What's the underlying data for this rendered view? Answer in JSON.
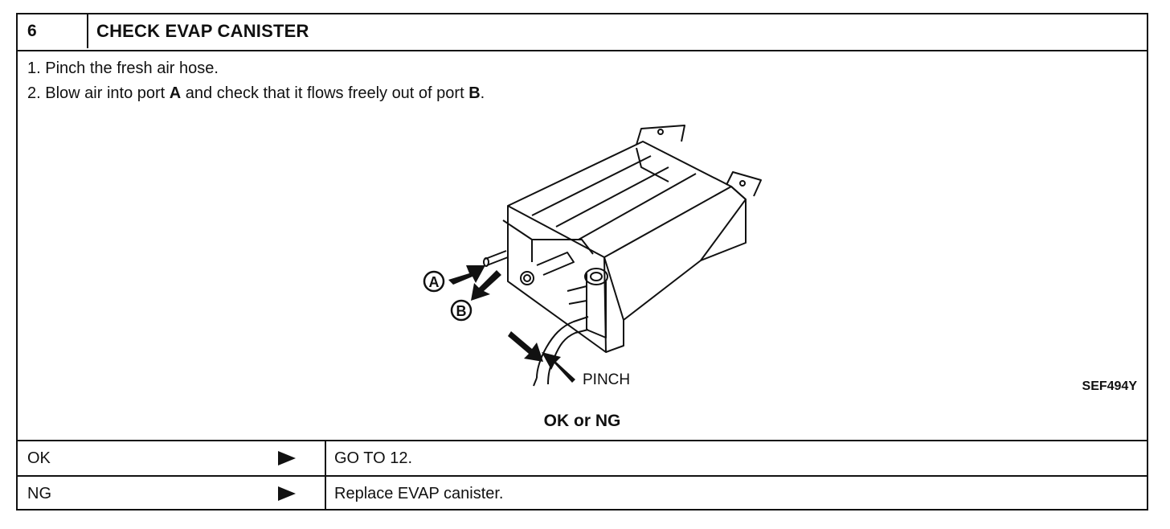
{
  "header": {
    "step_number": "6",
    "title": "CHECK EVAP CANISTER"
  },
  "steps": [
    {
      "num": "1.",
      "pre": "Pinch the fresh air hose.",
      "b1": "",
      "mid": "",
      "b2": "",
      "post": ""
    },
    {
      "num": "2.",
      "pre": "Blow air into port ",
      "b1": "A",
      "mid": " and check that it flows freely out of port ",
      "b2": "B",
      "post": "."
    }
  ],
  "figure": {
    "port_a_label": "A",
    "port_b_label": "B",
    "pinch_label": "PINCH",
    "code": "SEF494Y",
    "icons": [
      "evap-canister-illustration",
      "arrow-in-icon",
      "arrow-out-icon",
      "pinch-arrow-icon"
    ]
  },
  "result_prompt": "OK or NG",
  "results": [
    {
      "label": "OK",
      "action": "GO TO 12."
    },
    {
      "label": "NG",
      "action": "Replace EVAP canister."
    }
  ]
}
